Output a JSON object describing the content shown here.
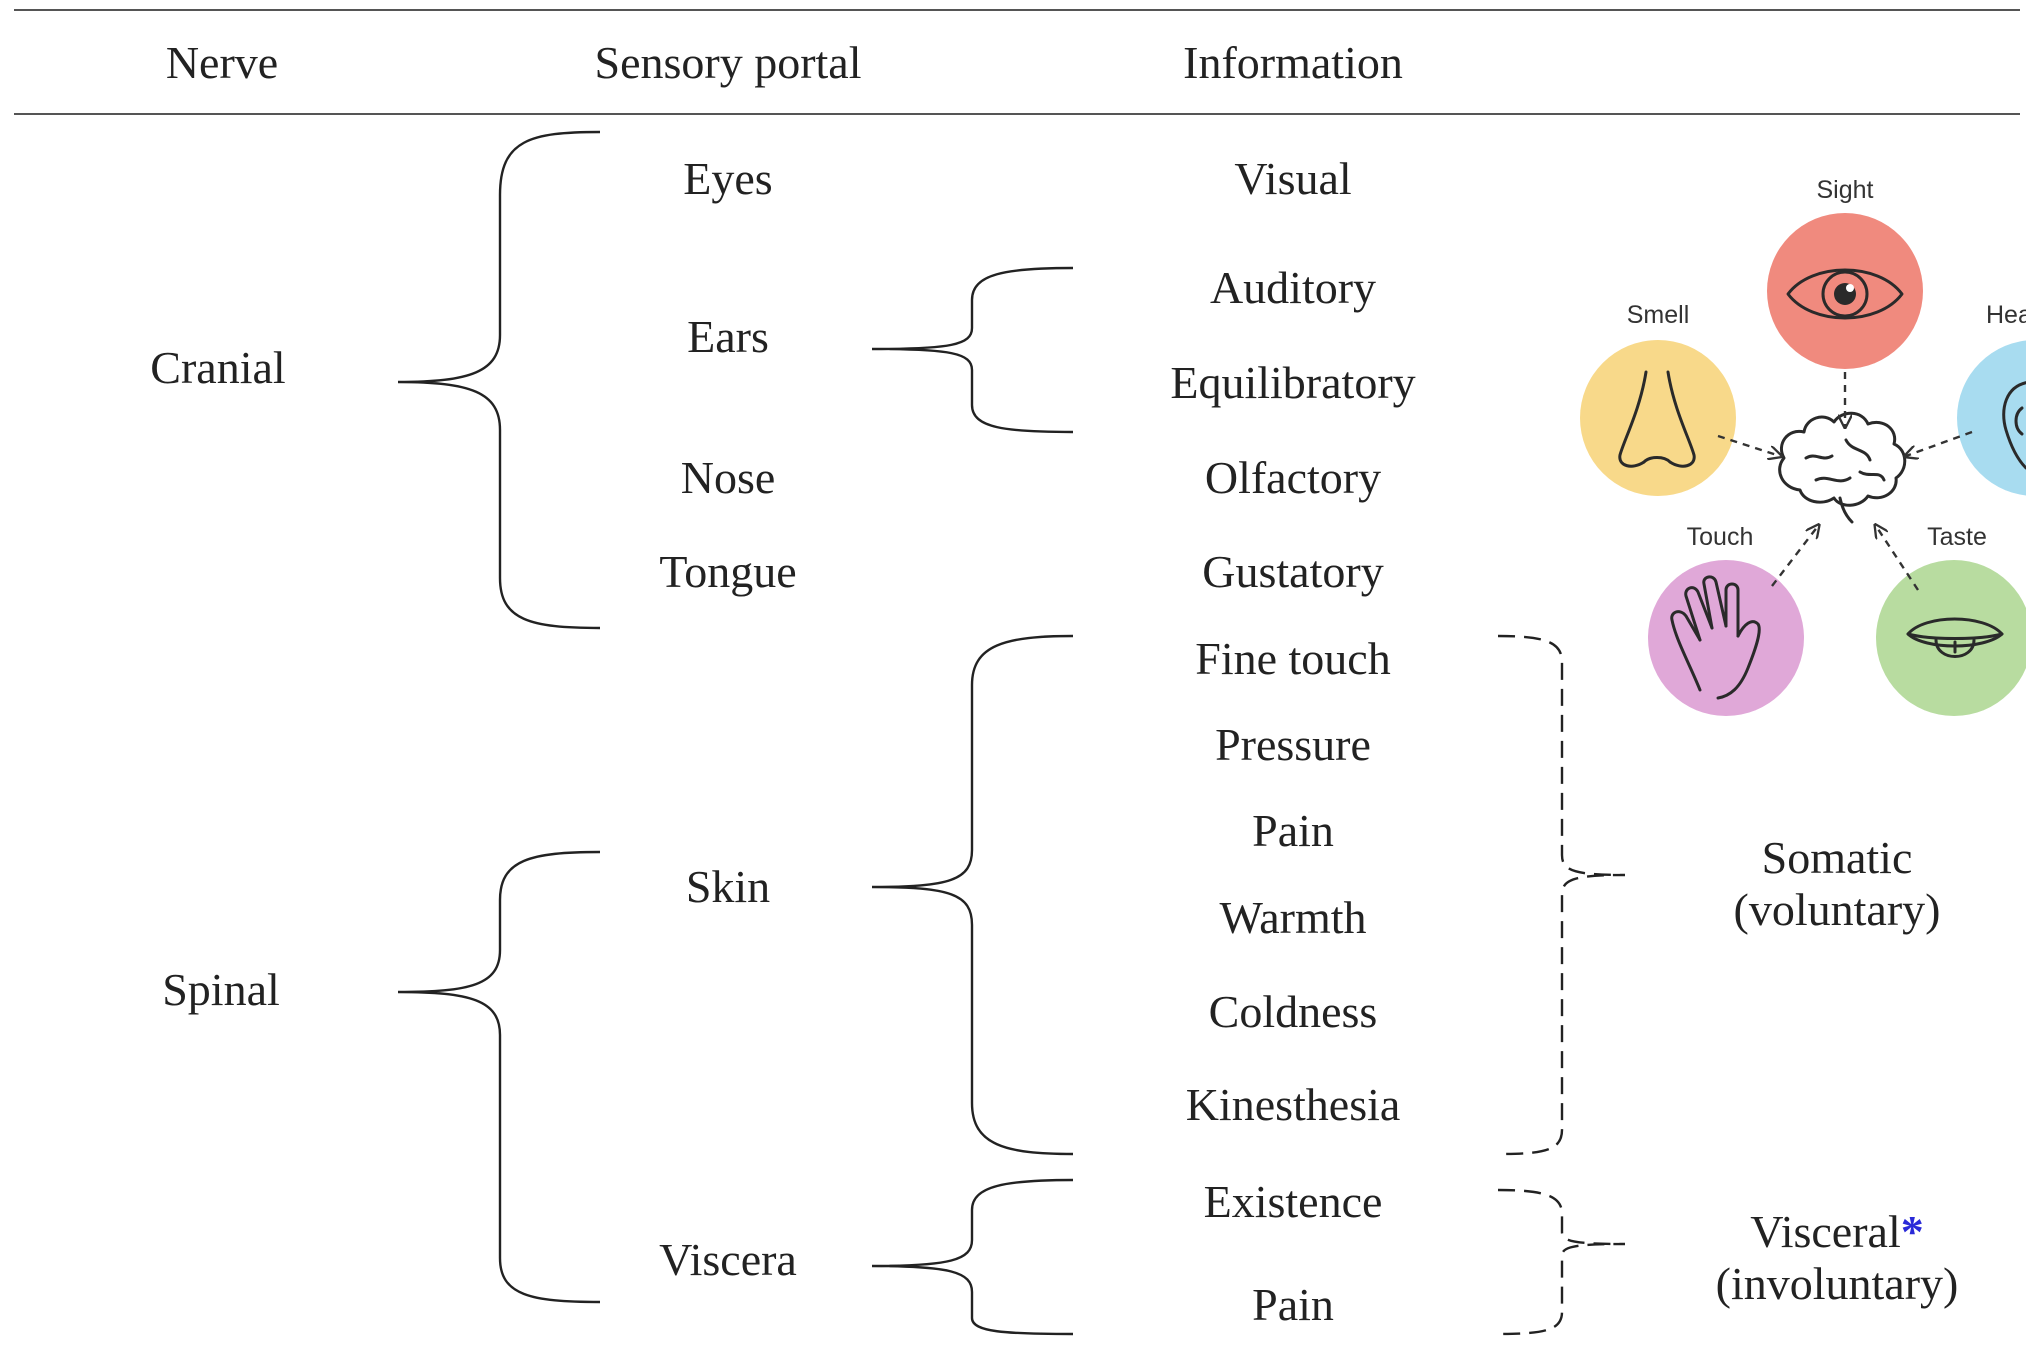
{
  "header": {
    "nerve": "Nerve",
    "portal": "Sensory portal",
    "information": "Information"
  },
  "nerves": {
    "cranial": "Cranial",
    "spinal": "Spinal"
  },
  "portals": {
    "eyes": "Eyes",
    "ears": "Ears",
    "nose": "Nose",
    "tongue": "Tongue",
    "skin": "Skin",
    "viscera": "Viscera"
  },
  "information": {
    "visual": "Visual",
    "auditory": "Auditory",
    "equilibratory": "Equilibratory",
    "olfactory": "Olfactory",
    "gustatory": "Gustatory",
    "fine_touch": "Fine touch",
    "pressure": "Pressure",
    "pain_skin": "Pain",
    "warmth": "Warmth",
    "coldness": "Coldness",
    "kinesthesia": "Kinesthesia",
    "existence": "Existence",
    "pain_viscera": "Pain"
  },
  "categories": {
    "somatic_line1": "Somatic",
    "somatic_line2": "(voluntary)",
    "visceral_line1": "Visceral",
    "visceral_mark": "*",
    "visceral_line2": "(involuntary)"
  },
  "senses": {
    "sight": "Sight",
    "smell": "Smell",
    "hearing": "Hea",
    "touch": "Touch",
    "taste": "Taste"
  },
  "colors": {
    "sight": "#f08a7e",
    "smell": "#f8d98a",
    "hearing": "#a8dcf0",
    "touch": "#e0a8d8",
    "taste": "#b8dca0",
    "asterisk": "#2a2ad8"
  }
}
